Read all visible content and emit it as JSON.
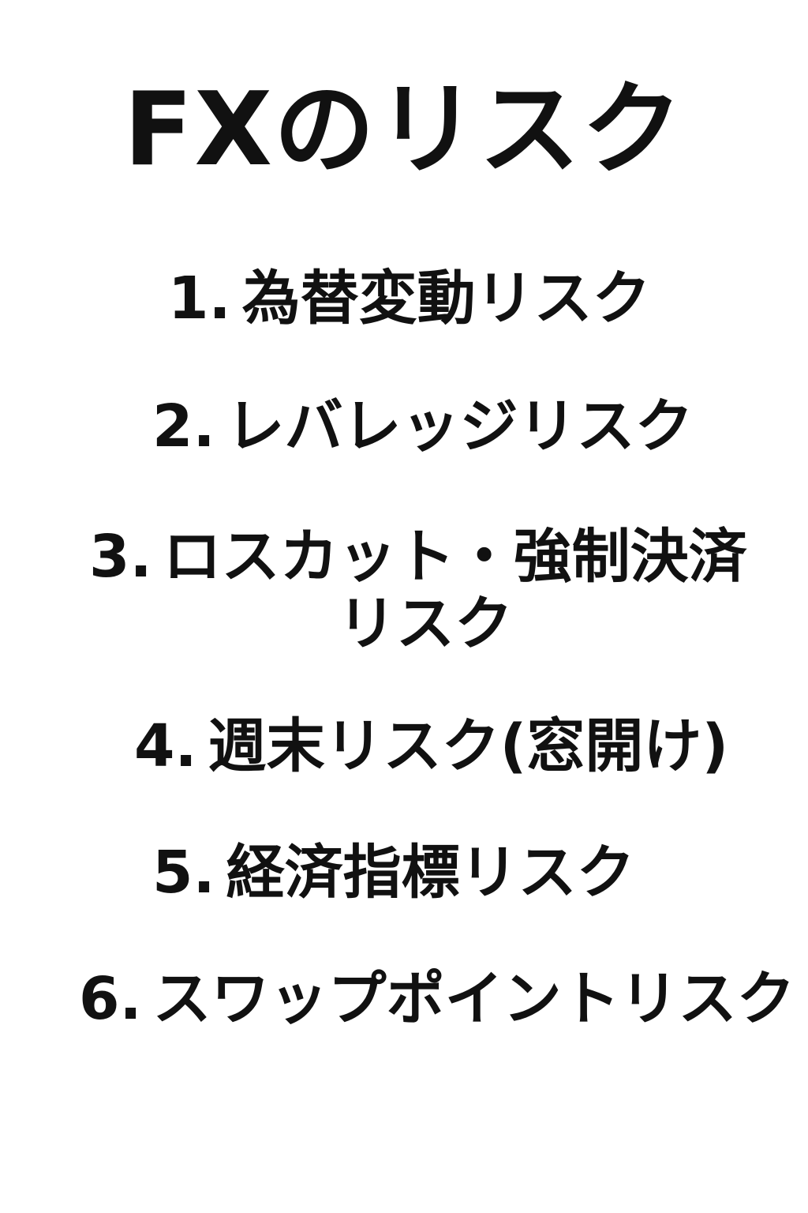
{
  "title": "FXのリスク",
  "items": [
    {
      "number": "1.",
      "label": "為替変動リスク"
    },
    {
      "number": "2.",
      "label": "レバレッジリスク"
    },
    {
      "number": "3.",
      "label": "ロスカット・強制決済",
      "label_line2": "リスク"
    },
    {
      "number": "4.",
      "label": "週末リスク(窓開け)"
    },
    {
      "number": "5.",
      "label": "経済指標リスク"
    },
    {
      "number": "6.",
      "label": "スワップポイントリスク"
    }
  ]
}
